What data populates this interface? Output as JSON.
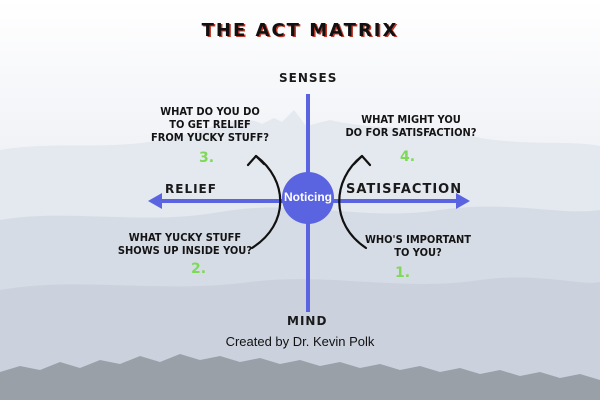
{
  "title": "THE ACT MATRIX",
  "axes": {
    "top": "SENSES",
    "bottom": "MIND",
    "left": "RELIEF",
    "right": "SATISFACTION"
  },
  "center": {
    "label": "Noticing"
  },
  "quadrants": [
    {
      "number": "1.",
      "lines": [
        "WHO'S IMPORTANT",
        "TO YOU?"
      ]
    },
    {
      "number": "2.",
      "lines": [
        "WHAT YUCKY STUFF",
        "SHOWS UP INSIDE YOU?"
      ]
    },
    {
      "number": "3.",
      "lines": [
        "WHAT DO YOU DO",
        "TO GET RELIEF",
        "FROM YUCKY STUFF?"
      ]
    },
    {
      "number": "4.",
      "lines": [
        "WHAT MIGHT YOU",
        "DO FOR SATISFACTION?"
      ]
    }
  ],
  "credit": "Created by Dr. Kevin Polk",
  "colors": {
    "axis_blue": "#5b64e0",
    "center_circle": "#5b64e0",
    "number_green": "#7ed957",
    "title_shadow": "#c0392b"
  }
}
